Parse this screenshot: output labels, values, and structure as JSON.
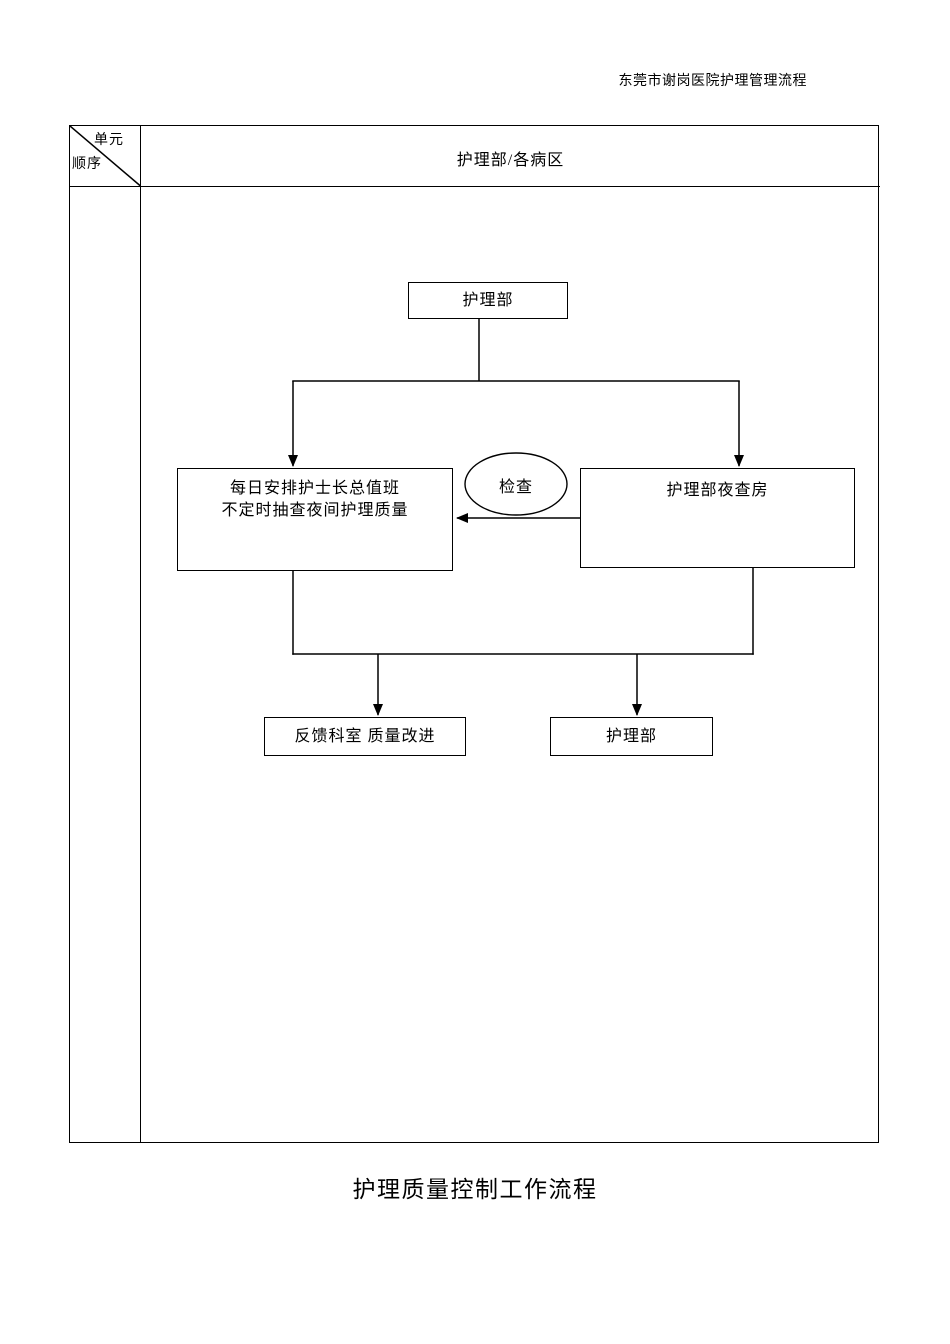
{
  "page": {
    "header_note": "东莞市谢岗医院护理管理流程",
    "caption": "护理质量控制工作流程"
  },
  "table": {
    "corner_top_right": "单元",
    "corner_bottom_left": "顺序",
    "column_header": "护理部/各病区"
  },
  "flowchart": {
    "top_box": "护理部",
    "left_box_line1": "每日安排护士长总值班",
    "left_box_line2": "不定时抽查夜间护理质量",
    "check_ellipse": "检查",
    "right_box": "护理部夜查房",
    "bottom_left_box": "反馈科室 质量改进",
    "bottom_right_box": "护理部"
  },
  "colors": {
    "line": "#000000",
    "background": "#ffffff",
    "text": "#000000"
  }
}
